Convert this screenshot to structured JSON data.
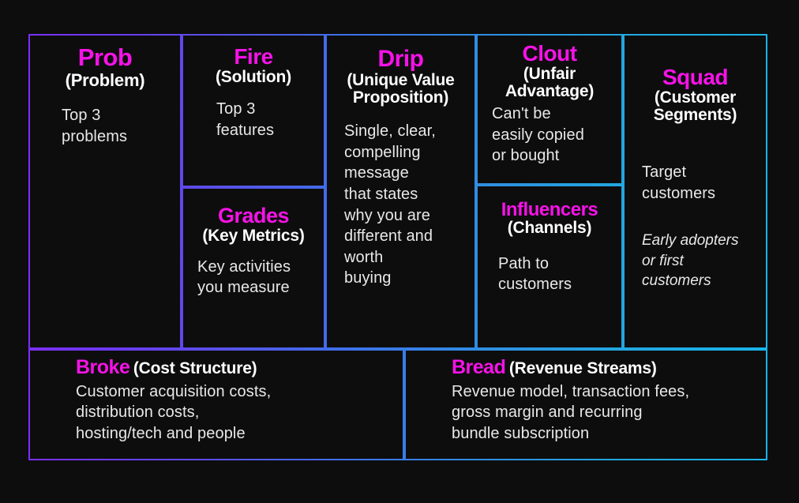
{
  "meta": {
    "background_color": "#0d0d0d",
    "accent_magenta": "#f712e8",
    "text_color": "#e8e8e8",
    "border_gradient_start": "#7b2ff7",
    "border_gradient_end": "#19b4e8"
  },
  "cells": {
    "problem": {
      "keyword": "Prob",
      "label": "(Problem)",
      "body": [
        "Top 3",
        "problems"
      ]
    },
    "solution": {
      "keyword": "Fire",
      "label": "(Solution)",
      "body": [
        "Top 3",
        "features"
      ]
    },
    "key_metrics": {
      "keyword": "Grades",
      "label": "(Key Metrics)",
      "body": [
        "Key activities",
        "you measure"
      ]
    },
    "uvp": {
      "keyword": "Drip",
      "label": "(Unique Value Proposition)",
      "label_lines": [
        "(Unique Value",
        "Proposition)"
      ],
      "body": [
        "Single, clear,",
        "compelling",
        "message",
        "that states",
        "why you are",
        "different and",
        "worth",
        "buying"
      ]
    },
    "unfair_advantage": {
      "keyword": "Clout",
      "label": "(Unfair Advantage)",
      "label_lines": [
        "(Unfair",
        "Advantage)"
      ],
      "body": [
        "Can't be",
        "easily copied",
        "or bought"
      ]
    },
    "channels": {
      "keyword": "Influencers",
      "label": "(Channels)",
      "body": [
        "Path to",
        "customers"
      ]
    },
    "customer_segments": {
      "keyword": "Squad",
      "label": "(Customer Segments)",
      "label_lines": [
        "(Customer",
        "Segments)"
      ],
      "body": [
        "Target",
        "customers"
      ],
      "body_italic": [
        "Early adopters",
        "or first",
        "customers"
      ]
    },
    "cost_structure": {
      "keyword": "Broke",
      "label": "(Cost Structure)",
      "body": [
        "Customer acquisition costs,",
        "distribution costs,",
        "hosting/tech and people"
      ]
    },
    "revenue_streams": {
      "keyword": "Bread",
      "label": "(Revenue Streams)",
      "body": [
        "Revenue model, transaction fees,",
        "gross margin and recurring",
        "bundle subscription"
      ]
    }
  }
}
